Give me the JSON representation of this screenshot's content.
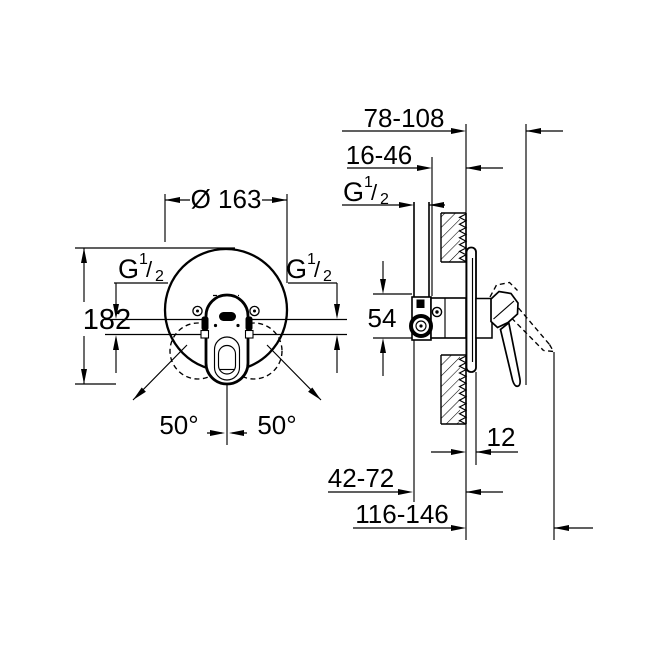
{
  "drawing": {
    "background": "#ffffff",
    "ink": "#000000",
    "kind": "installation dimension drawing, concealed single-lever shower mixer"
  },
  "labels": {
    "g_half": {
      "main": "G",
      "sup": "1",
      "slash": "/",
      "sub": "2"
    }
  },
  "front_view": {
    "diameter": "Ø 163",
    "overall_height": "182",
    "swing_angle_left": "50°",
    "swing_angle_right": "50°"
  },
  "side_view": {
    "wall_to_handle_closed": "78-108",
    "concealed_depth": "16-46",
    "body_height": "54",
    "plate_projection": "12",
    "supply_to_wall": "42-72",
    "wall_to_handle_open": "116-146"
  }
}
